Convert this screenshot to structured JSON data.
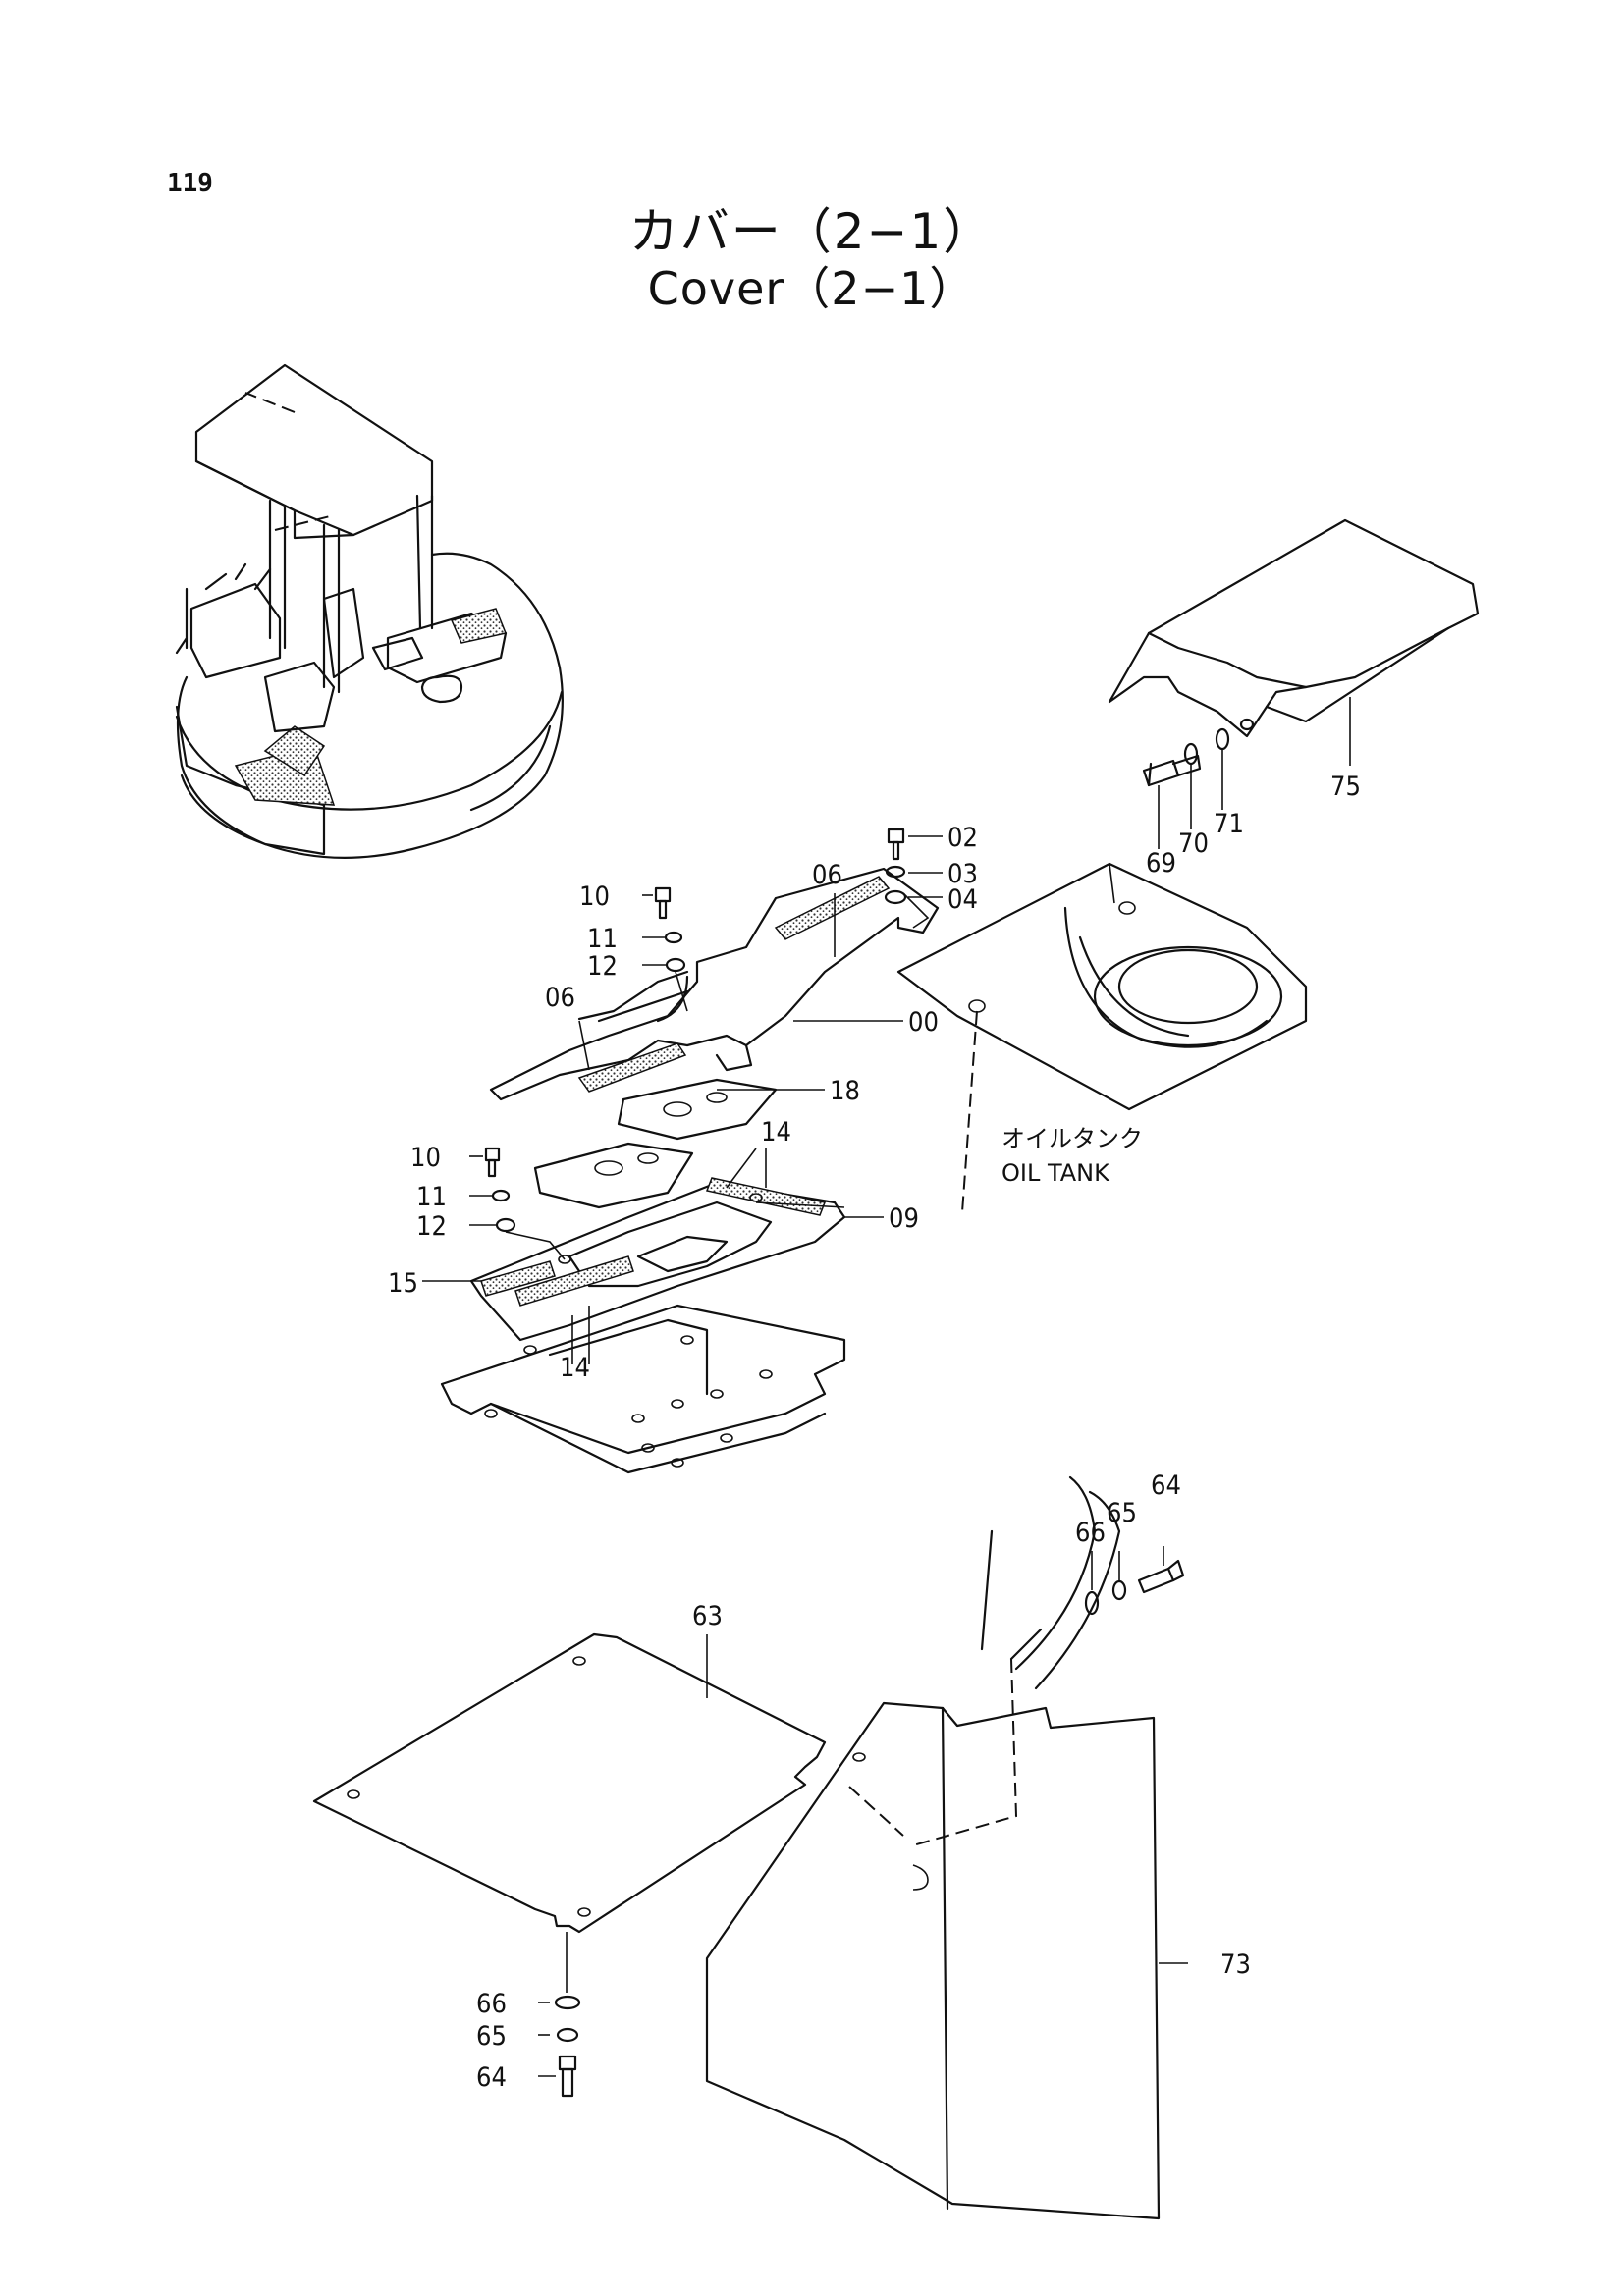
{
  "page_number": "119",
  "title_jp": "カバー（2−1）",
  "title_en": "Cover（2−1）",
  "oil_tank": {
    "jp": "オイルタンク",
    "en": "OIL TANK"
  },
  "callouts": [
    {
      "id": "c02",
      "text": "02"
    },
    {
      "id": "c03",
      "text": "03"
    },
    {
      "id": "c04",
      "text": "04"
    },
    {
      "id": "c06a",
      "text": "06"
    },
    {
      "id": "c06b",
      "text": "06"
    },
    {
      "id": "c00",
      "text": "00"
    },
    {
      "id": "c18",
      "text": "18"
    },
    {
      "id": "c10a",
      "text": "10"
    },
    {
      "id": "c11a",
      "text": "11"
    },
    {
      "id": "c12a",
      "text": "12"
    },
    {
      "id": "c10b",
      "text": "10"
    },
    {
      "id": "c11b",
      "text": "11"
    },
    {
      "id": "c12b",
      "text": "12"
    },
    {
      "id": "c14a",
      "text": "14"
    },
    {
      "id": "c14b",
      "text": "14"
    },
    {
      "id": "c09",
      "text": "09"
    },
    {
      "id": "c15",
      "text": "15"
    },
    {
      "id": "c75",
      "text": "75"
    },
    {
      "id": "c69",
      "text": "69"
    },
    {
      "id": "c70",
      "text": "70"
    },
    {
      "id": "c71",
      "text": "71"
    },
    {
      "id": "c63",
      "text": "63"
    },
    {
      "id": "c64a",
      "text": "64"
    },
    {
      "id": "c65a",
      "text": "65"
    },
    {
      "id": "c66a",
      "text": "66"
    },
    {
      "id": "c66b",
      "text": "66"
    },
    {
      "id": "c65b",
      "text": "65"
    },
    {
      "id": "c64b",
      "text": "64"
    },
    {
      "id": "c73",
      "text": "73"
    }
  ]
}
